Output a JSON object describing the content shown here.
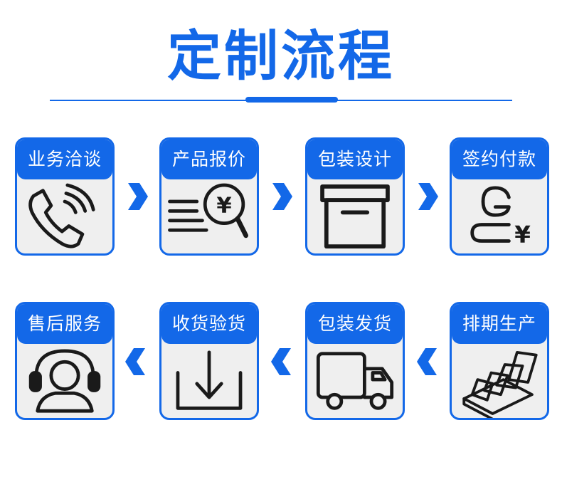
{
  "title": "定制流程",
  "colors": {
    "primary": "#1368e8",
    "icon": "#1a1a1a",
    "card_bg": "#efefef"
  },
  "steps": [
    {
      "label": "业务洽谈",
      "icon": "phone-icon"
    },
    {
      "label": "产品报价",
      "icon": "price-magnifier-icon"
    },
    {
      "label": "包装设计",
      "icon": "box-icon"
    },
    {
      "label": "签约付款",
      "icon": "payment-icon"
    },
    {
      "label": "排期生产",
      "icon": "production-icon"
    },
    {
      "label": "包装发货",
      "icon": "truck-icon"
    },
    {
      "label": "收货验货",
      "icon": "receive-icon"
    },
    {
      "label": "售后服务",
      "icon": "headset-icon"
    }
  ],
  "glyphs": {
    "yen": "¥"
  }
}
